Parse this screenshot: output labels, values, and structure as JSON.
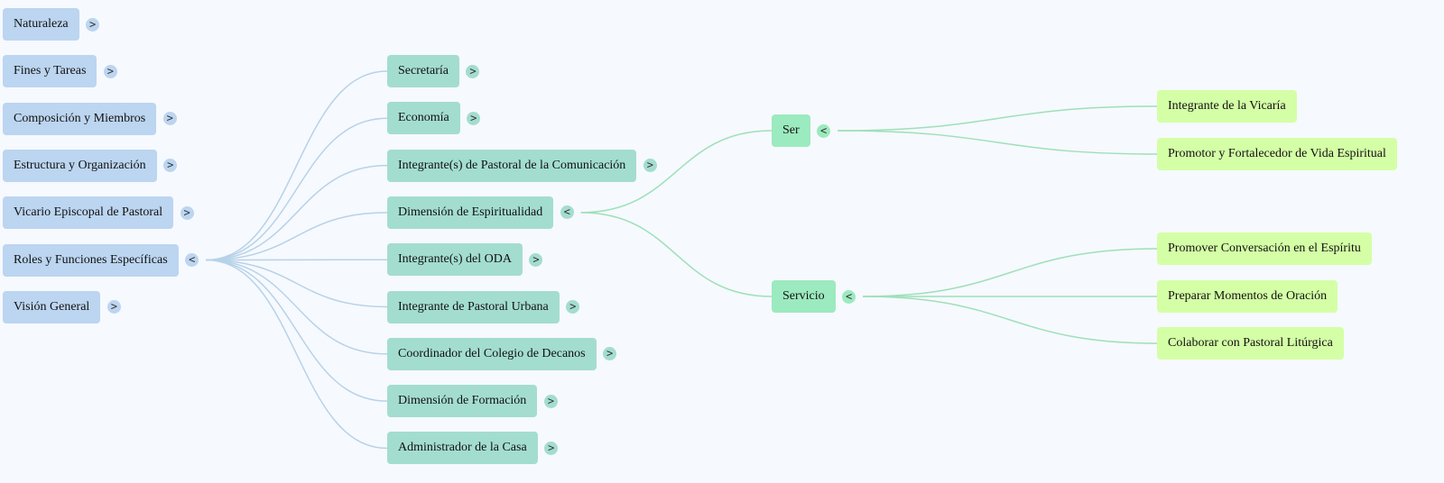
{
  "colors": {
    "background": "#f6f9fe",
    "level0": "#bcd5f0",
    "level1": "#a3ddd0",
    "level2": "#9ceabf",
    "level3": "#d4ffa6",
    "link0": "#b7d2e8",
    "link2": "#9ee0b8"
  },
  "toggle_collapsed": ">",
  "toggle_expanded": "<",
  "root_items": [
    {
      "label": "Naturaleza",
      "expanded": false
    },
    {
      "label": "Fines y Tareas",
      "expanded": false
    },
    {
      "label": "Composición y Miembros",
      "expanded": false
    },
    {
      "label": "Estructura y Organización",
      "expanded": false
    },
    {
      "label": "Vicario Episcopal de Pastoral",
      "expanded": false
    },
    {
      "label": "Roles y Funciones Específicas",
      "expanded": true
    },
    {
      "label": "Visión General",
      "expanded": false
    }
  ],
  "roles": [
    {
      "label": "Secretaría",
      "expanded": false
    },
    {
      "label": "Economía",
      "expanded": false
    },
    {
      "label": "Integrante(s) de Pastoral de la Comunicación",
      "expanded": false
    },
    {
      "label": "Dimensión de Espiritualidad",
      "expanded": true
    },
    {
      "label": "Integrante(s) del ODA",
      "expanded": false
    },
    {
      "label": "Integrante de Pastoral Urbana",
      "expanded": false
    },
    {
      "label": "Coordinador del Colegio de Decanos",
      "expanded": false
    },
    {
      "label": "Dimensión de Formación",
      "expanded": false
    },
    {
      "label": "Administrador de la Casa",
      "expanded": false
    }
  ],
  "espiritualidad": [
    {
      "label": "Ser",
      "expanded": true,
      "children": [
        "Integrante de la Vicaría",
        "Promotor y Fortalecedor de Vida Espiritual"
      ]
    },
    {
      "label": "Servicio",
      "expanded": true,
      "children": [
        "Promover Conversación en el Espíritu",
        "Preparar Momentos de Oración",
        "Colaborar con Pastoral Litúrgica"
      ]
    }
  ]
}
